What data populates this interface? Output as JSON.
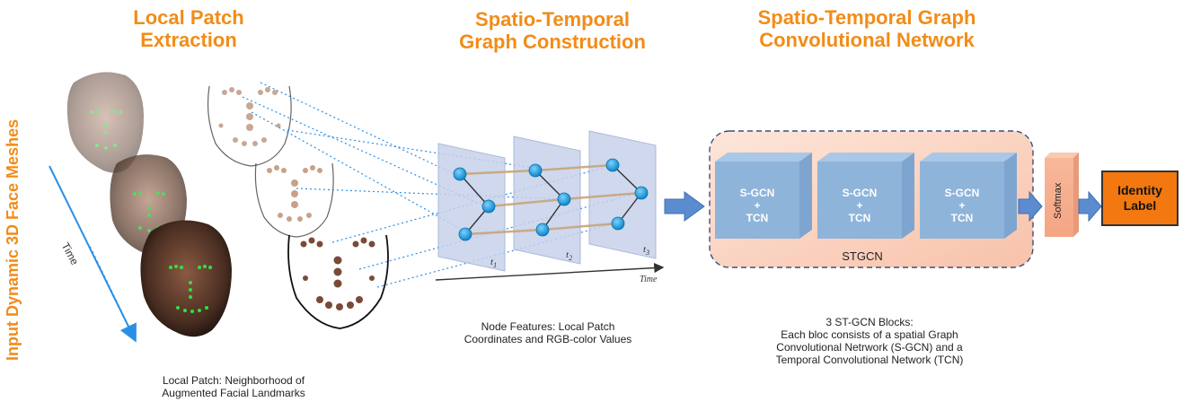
{
  "titles": {
    "local_patch": [
      "Local Patch",
      "Extraction"
    ],
    "graph_construction": [
      "Spatio-Temporal",
      "Graph Construction"
    ],
    "stgcn": [
      "Spatio-Temporal Graph",
      "Convolutional Network"
    ],
    "input": "Input Dynamic 3D Face Meshes"
  },
  "labels": {
    "time_arrow": "Time",
    "time_axis": "Time",
    "t1": "t",
    "t1_sub": "1",
    "t2": "t",
    "t2_sub": "2",
    "t3": "t",
    "t3_sub": "3",
    "stgcn": "STGCN",
    "softmax": "Softmax",
    "identity": [
      "Identity",
      "Label"
    ]
  },
  "blocks": [
    {
      "line1": "S-GCN",
      "line2": "+",
      "line3": "TCN"
    },
    {
      "line1": "S-GCN",
      "line2": "+",
      "line3": "TCN"
    },
    {
      "line1": "S-GCN",
      "line2": "+",
      "line3": "TCN"
    }
  ],
  "captions": {
    "local_patch": [
      "Local Patch: Neighborhood of",
      "Augmented Facial Landmarks"
    ],
    "node_features": [
      "Node Features: Local Patch",
      "Coordinates and RGB-color Values"
    ],
    "stgcn_blocks": [
      "3 ST-GCN Blocks:",
      "Each bloc consists of a spatial Graph",
      "Convolutional Netrwork (S-GCN) and a",
      "Temporal Convolutional Network (TCN)"
    ]
  },
  "colors": {
    "accent": "#f28c18",
    "node": "#1e9de0",
    "edge": "#b8a07a",
    "panel": "#c7d2ea",
    "arrow": "#5b8ccf",
    "stgcn_bg": "#fbd8c6",
    "cube": "#8fb4d9",
    "identity": "#f2780f"
  }
}
